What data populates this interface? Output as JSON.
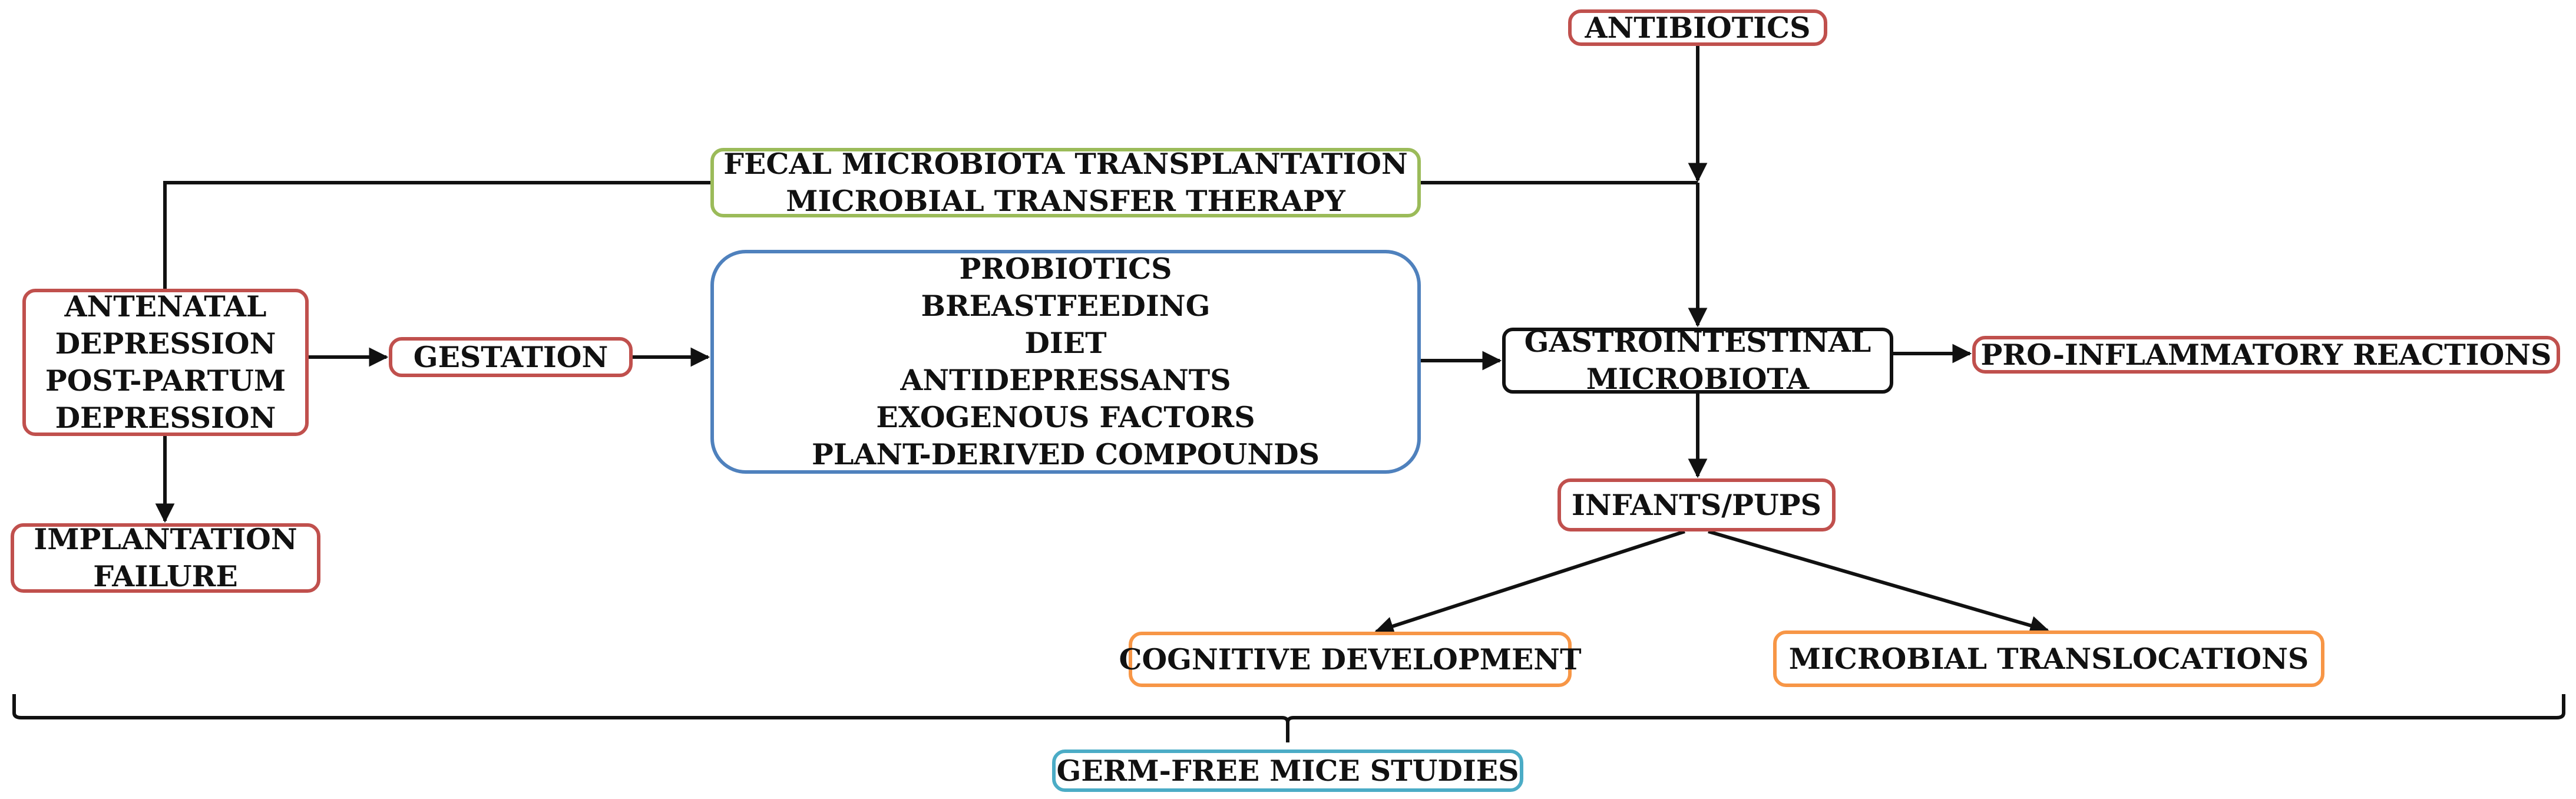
{
  "nodes": {
    "antibiotics": {
      "lines": [
        "ANTIBIOTICS"
      ]
    },
    "fecal": {
      "lines": [
        "FECAL MICROBIOTA TRANSPLANTATION",
        "MICROBIAL TRANSFER THERAPY"
      ]
    },
    "antenatal": {
      "lines": [
        "ANTENATAL",
        "DEPRESSION",
        "POST-PARTUM",
        "DEPRESSION"
      ]
    },
    "gestation": {
      "lines": [
        "GESTATION"
      ]
    },
    "interventions": {
      "lines": [
        "PROBIOTICS",
        "BREASTFEEDING",
        "DIET",
        "ANTIDEPRESSANTS",
        "EXOGENOUS FACTORS",
        "PLANT-DERIVED COMPOUNDS"
      ]
    },
    "gastrointestinal": {
      "lines": [
        "GASTROINTESTINAL",
        "MICROBIOTA"
      ]
    },
    "pro_inflammatory": {
      "lines": [
        "PRO-INFLAMMATORY REACTIONS"
      ]
    },
    "infants": {
      "lines": [
        "INFANTS/PUPS"
      ]
    },
    "implantation": {
      "lines": [
        "IMPLANTATION",
        "FAILURE"
      ]
    },
    "cognitive": {
      "lines": [
        "COGNITIVE DEVELOPMENT"
      ]
    },
    "translocations": {
      "lines": [
        "MICROBIAL TRANSLOCATIONS"
      ]
    },
    "germ_free": {
      "lines": [
        "GERM-FREE MICE STUDIES"
      ]
    }
  },
  "colors": {
    "red": "#c0504d",
    "green": "#9bbb59",
    "blue": "#4f81bd",
    "black": "#111111",
    "orange": "#f79646",
    "cyan": "#4bacc6",
    "connector": "#111111"
  }
}
